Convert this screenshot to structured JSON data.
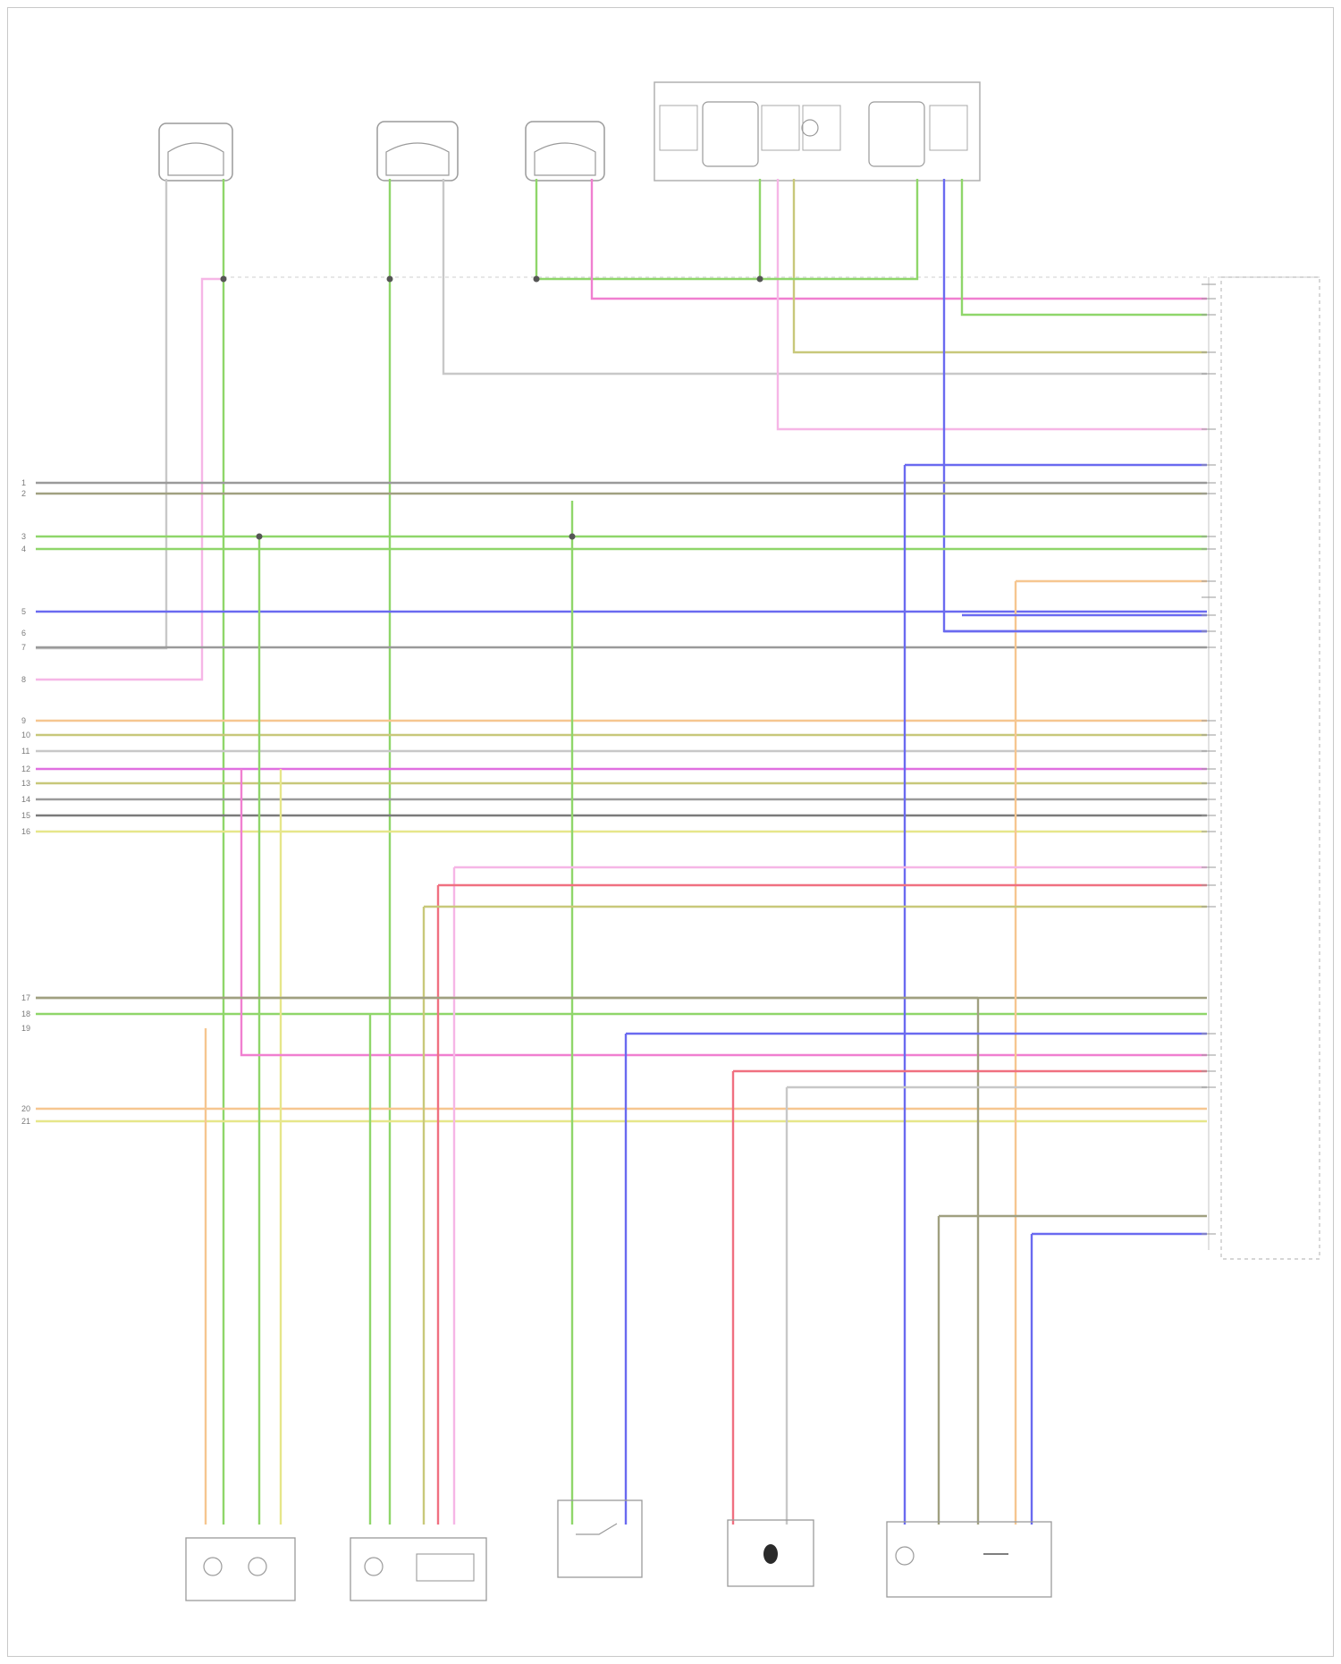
{
  "diagram": {
    "footer_code": "",
    "colors": {
      "green": "#8fd66a",
      "pink": "#f07fd0",
      "lightpink": "#f6b6e6",
      "violet": "#e070e0",
      "blue": "#6a6af0",
      "yellow": "#e6e68a",
      "orange": "#f6c690",
      "gray": "#9a9a9a",
      "dkgray": "#7a7a7a",
      "brown": "#a0a080",
      "olive": "#c8c87a",
      "ltgray": "#c8c8c8",
      "red": "#f07080"
    },
    "top_components": [
      {
        "id": "top-comp-1",
        "lines": [
          "",
          "",
          "",
          "",
          ""
        ]
      },
      {
        "id": "top-comp-2",
        "lines": [
          "",
          "",
          "",
          "",
          ""
        ]
      },
      {
        "id": "top-comp-3",
        "lines": [
          "",
          "",
          "",
          "",
          ""
        ]
      },
      {
        "id": "top-comp-4",
        "lines": [
          "",
          "",
          ""
        ]
      }
    ],
    "module_label": [
      "",
      "",
      "",
      ""
    ],
    "center_note": [
      "",
      ""
    ],
    "bottom_components": [
      {
        "id": "bottom-comp-1",
        "lines": [
          "",
          ""
        ]
      },
      {
        "id": "bottom-comp-2",
        "lines": [
          "",
          ""
        ]
      },
      {
        "id": "bottom-comp-3",
        "lines": [
          "",
          "",
          "",
          ""
        ]
      },
      {
        "id": "bottom-comp-4",
        "lines": [
          "",
          "",
          ""
        ]
      },
      {
        "id": "bottom-comp-5",
        "lines": [
          "",
          "",
          ""
        ]
      }
    ],
    "left_pins": [
      {
        "num": "1",
        "wire": ""
      },
      {
        "num": "2",
        "wire": ""
      },
      {
        "num": "3",
        "wire": ""
      },
      {
        "num": "4",
        "wire": ""
      },
      {
        "num": "5",
        "wire": ""
      },
      {
        "num": "6",
        "wire": ""
      },
      {
        "num": "7",
        "wire": ""
      },
      {
        "num": "8",
        "wire": ""
      },
      {
        "num": "9",
        "wire": ""
      },
      {
        "num": "10",
        "wire": ""
      },
      {
        "num": "11",
        "wire": ""
      },
      {
        "num": "12",
        "wire": ""
      },
      {
        "num": "13",
        "wire": ""
      },
      {
        "num": "14",
        "wire": ""
      },
      {
        "num": "15",
        "wire": ""
      },
      {
        "num": "16",
        "wire": ""
      },
      {
        "num": "17",
        "wire": ""
      },
      {
        "num": "18",
        "wire": ""
      },
      {
        "num": "19",
        "wire": ""
      },
      {
        "num": "20",
        "wire": ""
      },
      {
        "num": "21",
        "wire": ""
      }
    ],
    "right_rows": [
      {
        "circuit": "",
        "color": "",
        "func": ""
      },
      {
        "circuit": "",
        "color": "",
        "func": ""
      },
      {
        "circuit": "",
        "color": "",
        "func": ""
      },
      {
        "circuit": "",
        "color": "",
        "func": ""
      },
      {
        "circuit": "",
        "color": "",
        "func": ""
      },
      {
        "circuit": "",
        "color": "",
        "func": ""
      },
      {
        "circuit": "",
        "color": "",
        "func": ""
      },
      {
        "circuit": "",
        "color": "",
        "func": ""
      },
      {
        "circuit": "",
        "color": "",
        "func": ""
      },
      {
        "circuit": "",
        "color": "",
        "func": ""
      },
      {
        "circuit": "",
        "color": "",
        "func": ""
      },
      {
        "circuit": "",
        "color": "",
        "func": ""
      },
      {
        "circuit": "",
        "color": "",
        "func": ""
      },
      {
        "circuit": "",
        "color": "",
        "func": ""
      },
      {
        "circuit": "",
        "color": "",
        "func": ""
      },
      {
        "circuit": "",
        "color": "",
        "func": ""
      },
      {
        "circuit": "",
        "color": "",
        "func": ""
      },
      {
        "circuit": "",
        "color": "",
        "func": ""
      },
      {
        "circuit": "",
        "color": "",
        "func": ""
      },
      {
        "circuit": "",
        "color": "",
        "func": ""
      },
      {
        "circuit": "",
        "color": "",
        "func": ""
      },
      {
        "circuit": "",
        "color": "",
        "func": ""
      },
      {
        "circuit": "",
        "color": "",
        "func": ""
      },
      {
        "circuit": "",
        "color": "",
        "func": ""
      },
      {
        "circuit": "",
        "color": "",
        "func": ""
      },
      {
        "circuit": "",
        "color": "",
        "func": ""
      },
      {
        "circuit": "",
        "color": "",
        "func": ""
      },
      {
        "circuit": "",
        "color": "",
        "func": ""
      },
      {
        "circuit": "",
        "color": "",
        "func": ""
      },
      {
        "circuit": "",
        "color": "",
        "func": ""
      },
      {
        "circuit": "",
        "color": "",
        "func": ""
      },
      {
        "circuit": "",
        "color": "",
        "func": ""
      }
    ]
  }
}
